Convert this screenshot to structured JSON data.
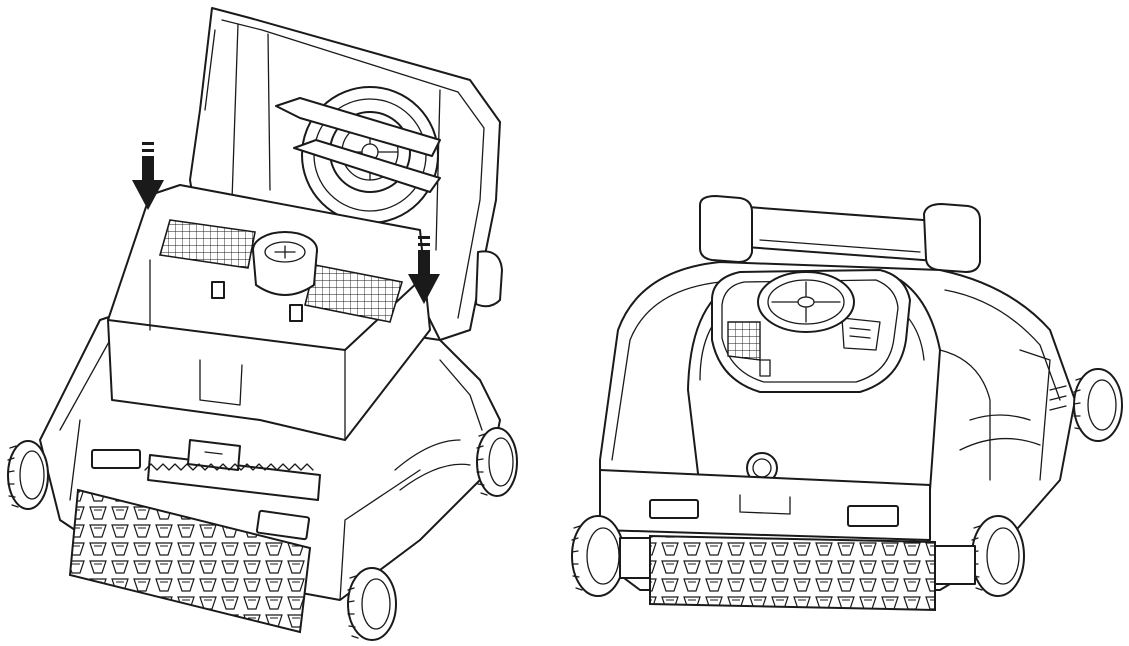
{
  "figures": [
    {
      "id": "figure-left",
      "subject": "pool-cleaner-lid-open",
      "arrows": 2
    },
    {
      "id": "figure-right",
      "subject": "pool-cleaner-lid-closed"
    }
  ],
  "colors": {
    "line": "#1a1a1a",
    "background": "#ffffff"
  },
  "icons": [
    "down-arrow-icon",
    "down-arrow-icon"
  ]
}
